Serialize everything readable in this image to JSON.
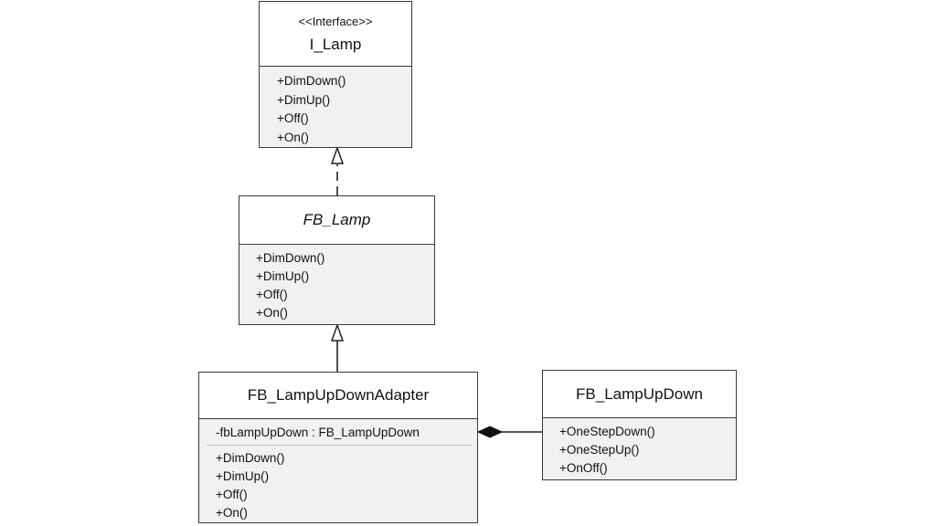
{
  "classes": {
    "i_lamp": {
      "stereotype": "<<Interface>>",
      "name": "I_Lamp",
      "methods": [
        "+DimDown()",
        "+DimUp()",
        "+Off()",
        "+On()"
      ]
    },
    "fb_lamp": {
      "name": "FB_Lamp",
      "abstract": true,
      "methods": [
        "+DimDown()",
        "+DimUp()",
        "+Off()",
        "+On()"
      ]
    },
    "fb_lamp_up_down_adapter": {
      "name": "FB_LampUpDownAdapter",
      "attributes": [
        "-fbLampUpDown : FB_LampUpDown"
      ],
      "methods": [
        "+DimDown()",
        "+DimUp()",
        "+Off()",
        "+On()"
      ]
    },
    "fb_lamp_up_down": {
      "name": "FB_LampUpDown",
      "methods": [
        "+OneStepDown()",
        "+OneStepUp()",
        "+OnOff()"
      ]
    }
  },
  "relations": [
    {
      "type": "realization",
      "from": "fb_lamp",
      "to": "i_lamp"
    },
    {
      "type": "generalization",
      "from": "fb_lamp_up_down_adapter",
      "to": "fb_lamp"
    },
    {
      "type": "composition",
      "whole": "fb_lamp_up_down_adapter",
      "part": "fb_lamp_up_down"
    }
  ],
  "colors": {
    "border": "#3a3a3a",
    "section_fill": "#f1f1f1",
    "line": "#222222"
  }
}
